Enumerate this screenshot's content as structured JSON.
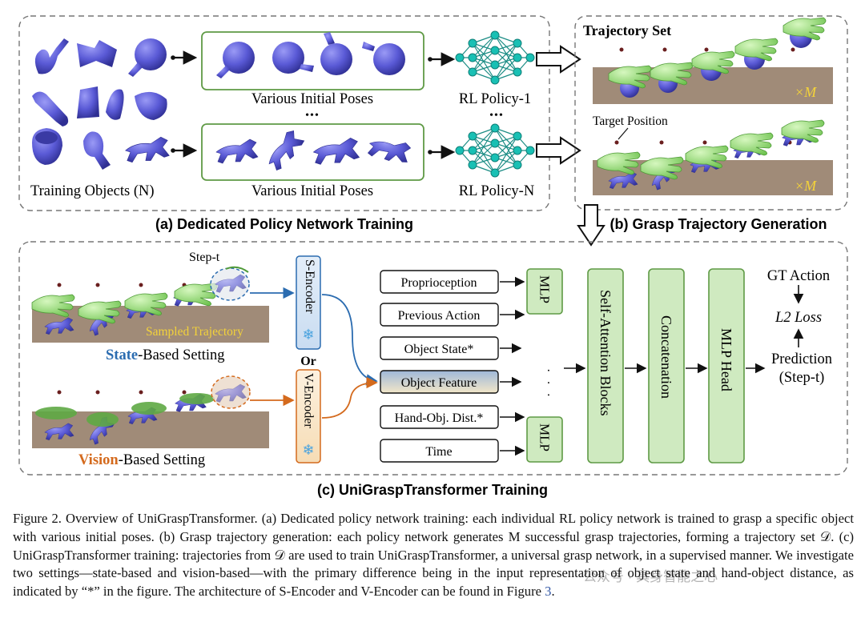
{
  "panel_a": {
    "title": "(a) Dedicated Policy Network Training",
    "training_objects": "Training Objects (N)",
    "poses_top": "Various Initial Poses",
    "poses_bottom": "Various Initial Poses",
    "dots_poses": "•••",
    "dots_policy": "•••",
    "policy_1": "RL Policy-1",
    "policy_n": "RL Policy-N"
  },
  "panel_b": {
    "title": "(b) Grasp Trajectory Generation",
    "trajectory_set": "Trajectory Set",
    "target_position": "Target Position",
    "times_m_top": "×M",
    "times_m_bottom": "×M"
  },
  "panel_c": {
    "title": "(c) UniGraspTransformer Training",
    "step_t": "Step-t",
    "sampled_trajectory": "Sampled Trajectory",
    "state_word": "State",
    "state_suffix": "-Based Setting",
    "vision_word": "Vision",
    "vision_suffix": "-Based Setting",
    "or": "Or",
    "s_encoder": "S-Encoder",
    "v_encoder": "V-Encoder",
    "inputs": [
      "Proprioception",
      "Previous Action",
      "Object State*",
      "Object Feature",
      "Hand-Obj. Dist.*",
      "Time"
    ],
    "mlp_top": "MLP",
    "mlp_bottom": "MLP",
    "dots_vertical": "· · ·",
    "self_attention": "Self-Attention Blocks",
    "concatenation": "Concatenation",
    "mlp_head": "MLP Head",
    "gt_action": "GT Action",
    "l2_loss": "L2 Loss",
    "prediction": "Prediction",
    "prediction_step": "(Step-t)"
  },
  "caption": {
    "text": "Figure 2. Overview of UniGraspTransformer. (a) Dedicated policy network training: each individual RL policy network is trained to grasp a specific object with various initial poses. (b) Grasp trajectory generation: each policy network generates M successful grasp trajectories, forming a trajectory set 𝒟. (c) UniGraspTransformer training: trajectories from 𝒟 are used to train UniGraspTransformer, a universal grasp network, in a supervised manner. We investigate two settings—state-based and vision-based—with the primary difference being in the input representation of object state and hand-object distance, as indicated by “*” in the figure. The architecture of S-Encoder and V-Encoder can be found in Figure ",
    "figure_ref": "3",
    "end": "."
  },
  "watermark": "公众号 · 具身智能之心",
  "colors": {
    "object_blue": "#5a5ad6",
    "green_box": "#cfeac0",
    "green_border": "#5f9a45",
    "brown_table": "#a08b78",
    "state_blue": "#2b6cb0",
    "vision_orange": "#d46a1d",
    "net_teal": "#19c0b4",
    "gold": "#f3d23a"
  }
}
